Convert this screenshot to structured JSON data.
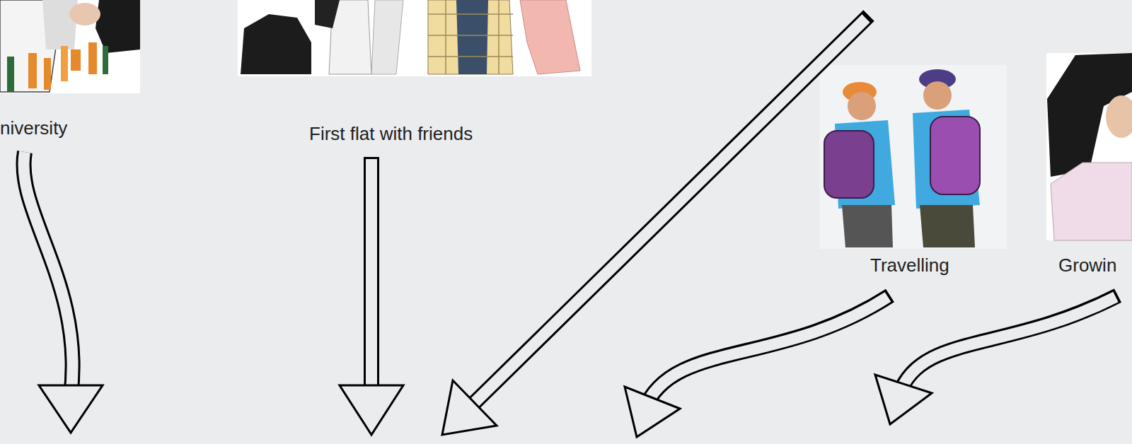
{
  "diagram": {
    "labels": [
      "niversity",
      "First flat with friends",
      "Travelling",
      "Growin"
    ]
  }
}
